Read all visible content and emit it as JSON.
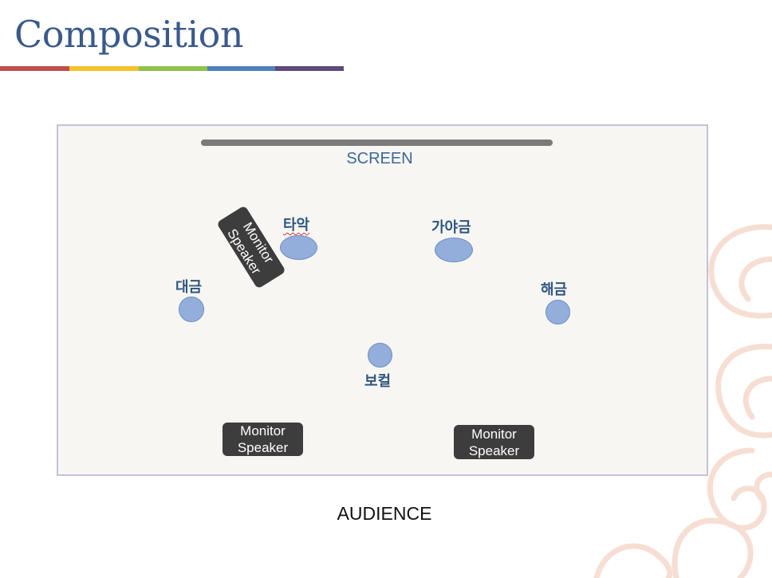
{
  "slide": {
    "title": "Composition",
    "accent_colors": [
      "#c0504d",
      "#f5c12a",
      "#8fc24b",
      "#4f81bd",
      "#5e4a7a"
    ]
  },
  "stage": {
    "screen_label": "SCREEN",
    "audience_label": "AUDIENCE",
    "instruments": [
      {
        "label": "타악"
      },
      {
        "label": "가야금"
      },
      {
        "label": "대금"
      },
      {
        "label": "해금"
      },
      {
        "label": "보컬"
      }
    ],
    "monitors": [
      {
        "line1": "Monitor",
        "line2": "Speaker"
      },
      {
        "line1": "Monitor",
        "line2": "Speaker"
      },
      {
        "line1": "Monitor",
        "line2": "Speaker"
      }
    ]
  }
}
